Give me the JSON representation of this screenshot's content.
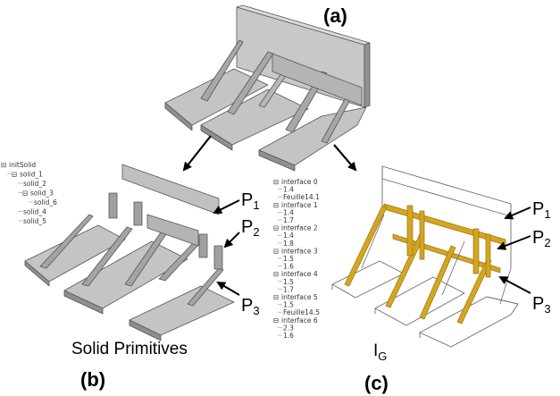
{
  "labels": {
    "panel_a": "(a)",
    "panel_b": "(b)",
    "panel_c": "(c)",
    "caption_b": "Solid Primitives",
    "caption_c_main": "I",
    "caption_c_sub": "G"
  },
  "callouts_b": [
    {
      "main": "P",
      "sub": "1"
    },
    {
      "main": "P",
      "sub": "2"
    },
    {
      "main": "P",
      "sub": "3"
    }
  ],
  "callouts_c": [
    {
      "main": "P",
      "sub": "1"
    },
    {
      "main": "P",
      "sub": "2"
    },
    {
      "main": "P",
      "sub": "3"
    }
  ],
  "solid_tree": [
    {
      "text": "initSolid",
      "depth": 0,
      "toggle": "⊟"
    },
    {
      "text": "solid_1",
      "depth": 1,
      "toggle": "⊟"
    },
    {
      "text": "solid_2",
      "depth": 2,
      "toggle": ""
    },
    {
      "text": "solid_3",
      "depth": 2,
      "toggle": "⊟"
    },
    {
      "text": "solid_6",
      "depth": 3,
      "toggle": ""
    },
    {
      "text": "solid_4",
      "depth": 2,
      "toggle": ""
    },
    {
      "text": "solid_5",
      "depth": 2,
      "toggle": ""
    }
  ],
  "interface_tree": [
    {
      "text": "interface 0",
      "depth": 0,
      "toggle": "⊟"
    },
    {
      "text": "1.4",
      "depth": 1,
      "toggle": ""
    },
    {
      "text": "Feuille14.1",
      "depth": 1,
      "toggle": ""
    },
    {
      "text": "interface 1",
      "depth": 0,
      "toggle": "⊟"
    },
    {
      "text": "1.4",
      "depth": 1,
      "toggle": ""
    },
    {
      "text": "1.7",
      "depth": 1,
      "toggle": ""
    },
    {
      "text": "interface 2",
      "depth": 0,
      "toggle": "⊟"
    },
    {
      "text": "1.4",
      "depth": 1,
      "toggle": ""
    },
    {
      "text": "1.8",
      "depth": 1,
      "toggle": ""
    },
    {
      "text": "interface 3",
      "depth": 0,
      "toggle": "⊟"
    },
    {
      "text": "1.5",
      "depth": 1,
      "toggle": ""
    },
    {
      "text": "1.6",
      "depth": 1,
      "toggle": ""
    },
    {
      "text": "interface 4",
      "depth": 0,
      "toggle": "⊟"
    },
    {
      "text": "1.5",
      "depth": 1,
      "toggle": ""
    },
    {
      "text": "1.7",
      "depth": 1,
      "toggle": ""
    },
    {
      "text": "interface 5",
      "depth": 0,
      "toggle": "⊟"
    },
    {
      "text": "1.5",
      "depth": 1,
      "toggle": ""
    },
    {
      "text": "Feuille14.5",
      "depth": 1,
      "toggle": ""
    },
    {
      "text": "interface 6",
      "depth": 0,
      "toggle": "⊟"
    },
    {
      "text": "2.3",
      "depth": 1,
      "toggle": ""
    },
    {
      "text": "1.6",
      "depth": 1,
      "toggle": ""
    }
  ],
  "colors": {
    "solid_top": "#c4c4c4",
    "solid_side": "#8f8f8f",
    "solid_edge": "#555555",
    "interface": "#d4a520",
    "interface_dark": "#9a7410",
    "wire": "#6a6a6a"
  }
}
